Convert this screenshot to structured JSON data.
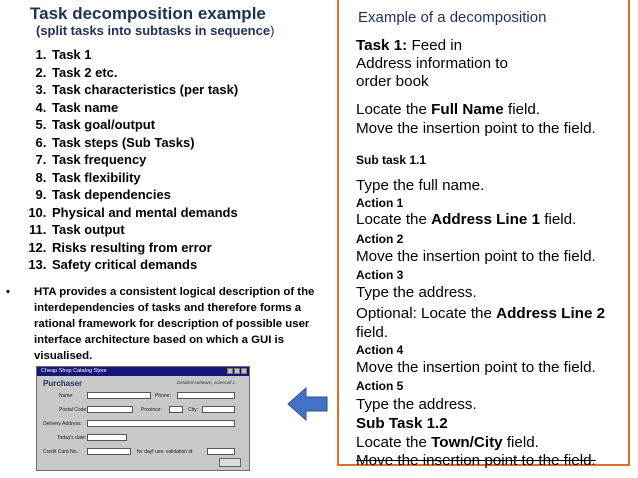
{
  "left": {
    "title": "Task decomposition example",
    "subtitle_bold": "(split tasks into subtasks in sequence",
    "subtitle_paren": ")",
    "steps": [
      "Task 1",
      "Task 2 etc.",
      "Task characteristics (per task)",
      "Task name",
      "Task goal/output",
      "Task steps   (Sub Tasks)",
      "Task frequency",
      "Task flexibility",
      "Task dependencies",
      "Physical and mental demands",
      "Task output",
      "Risks resulting from error",
      "Safety critical demands"
    ],
    "bullet_dot": "•",
    "bullet_text": "HTA provides a consistent logical description of the interdependencies of tasks and therefore forms a rational framework for description of possible user interface architecture based on which a GUI is visualised."
  },
  "gui": {
    "window_title": "Cheap Shop Catalog Store",
    "heading": "Purchaser",
    "flavor": "Detailed software, sciencell 1",
    "labels": {
      "name": "Name:",
      "phone": "Phone:",
      "postal_code": "Postal Code:",
      "province": "Province:",
      "city": "City:",
      "delivery_address": "Delivery Address:",
      "todays_date": "Today's date:",
      "credit_card": "Credit Card No.:",
      "validation": "for dayf use: validation id:"
    }
  },
  "right": {
    "caption": "Example of a decomposition",
    "task1_label": "Task 1:",
    "task1_text": " Feed in",
    "task1_line2": "Address  information to",
    "task1_line3": "order book",
    "locate_prefix": "Locate the ",
    "full_name": "Full Name",
    "field_suffix": " field.",
    "move_insertion": "Move the insertion point to the field.",
    "subtask_11": "Sub task 1.1",
    "type_full_name": "Type the full name.",
    "action1": "Action 1",
    "address_line1": "Address Line 1",
    "action2": "Action 2",
    "action3": "Action 3",
    "type_address": "Type the address.",
    "optional_prefix": "Optional: Locate the ",
    "address_line2": "Address Line 2",
    "field_word": "field.",
    "action4": "Action 4",
    "action5": "Action 5",
    "subtask_12": "Sub Task 1.2",
    "town_city": "Town/City",
    "accent_color": "#e06c2a",
    "title_color": "#1f2f57"
  }
}
